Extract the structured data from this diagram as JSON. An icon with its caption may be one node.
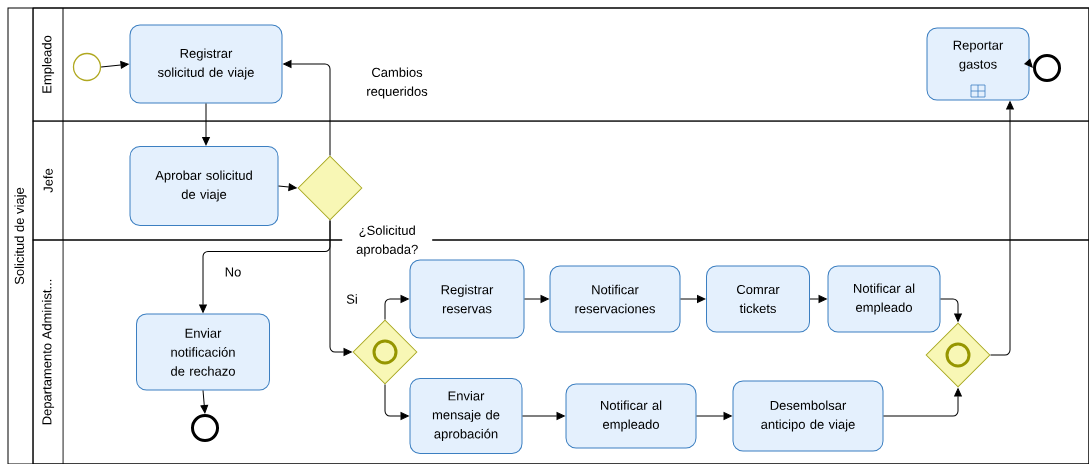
{
  "diagram": {
    "nodes": [
      {
        "text": [
          "Solicitud de viaje"
        ]
      },
      {
        "text": [
          "Empleado"
        ],
        "in": 0
      },
      {
        "text": [
          "Jefe"
        ],
        "in": 0
      },
      {
        "text": [
          "Departamento Administ..."
        ],
        "in": 0
      },
      {
        "text": [],
        "shape": "circle",
        "in": 1
      },
      {
        "text": [
          "Registrar solicitud de viaje"
        ],
        "in": 1
      },
      {
        "text": [
          "Reportar gastos"
        ],
        "in": 1
      },
      {
        "text": [],
        "shape": "circle",
        "in": 1
      },
      {
        "text": [
          "Aprobar solicitud de viaje"
        ],
        "in": 2
      },
      {
        "text": [],
        "shape": "diamond",
        "in": 2,
        "beside": [
          "¿Solicitud aprobada?"
        ]
      },
      {
        "text": [
          "Enviar notificación de rechazo"
        ],
        "in": 3
      },
      {
        "text": [],
        "shape": "circle",
        "in": 3
      },
      {
        "text": [],
        "shape": "diamond",
        "in": 3
      },
      {
        "text": [
          "Registrar reservas"
        ],
        "in": 3
      },
      {
        "text": [
          "Notificar reservaciones"
        ],
        "in": 3
      },
      {
        "text": [
          "Comrar tickets"
        ],
        "in": 3
      },
      {
        "text": [
          "Notificar al empleado"
        ],
        "in": 3
      },
      {
        "text": [
          "Enviar mensaje de aprobación"
        ],
        "in": 3
      },
      {
        "text": [
          "Notificar al empleado"
        ],
        "in": 3
      },
      {
        "text": [
          "Desembolsar anticipo de viaje"
        ],
        "in": 3
      },
      {
        "text": [],
        "shape": "diamond",
        "in": 3
      }
    ],
    "edges": [
      {
        "from": 4,
        "to": 5,
        "arrow": "to"
      },
      {
        "from": 5,
        "to": 8,
        "arrow": "to"
      },
      {
        "from": 8,
        "to": 9,
        "arrow": "to"
      },
      {
        "from": 9,
        "to": 5,
        "arrow": "to",
        "label": "Cambios requeridos"
      },
      {
        "from": 9,
        "to": 10,
        "arrow": "to",
        "label": "No"
      },
      {
        "from": 9,
        "to": 12,
        "arrow": "to",
        "label": "Si"
      },
      {
        "from": 12,
        "to": 13,
        "arrow": "to"
      },
      {
        "from": 12,
        "to": 17,
        "arrow": "to"
      },
      {
        "from": 13,
        "to": 14,
        "arrow": "to"
      },
      {
        "from": 14,
        "to": 15,
        "arrow": "to"
      },
      {
        "from": 15,
        "to": 16,
        "arrow": "to"
      },
      {
        "from": 16,
        "to": 20,
        "arrow": "to"
      },
      {
        "from": 17,
        "to": 18,
        "arrow": "to"
      },
      {
        "from": 18,
        "to": 19,
        "arrow": "to"
      },
      {
        "from": 19,
        "to": 20,
        "arrow": "to"
      },
      {
        "from": 20,
        "to": 6,
        "arrow": "to"
      },
      {
        "from": 6,
        "to": 7,
        "arrow": "to"
      },
      {
        "from": 10,
        "to": 11,
        "arrow": "to"
      }
    ]
  }
}
